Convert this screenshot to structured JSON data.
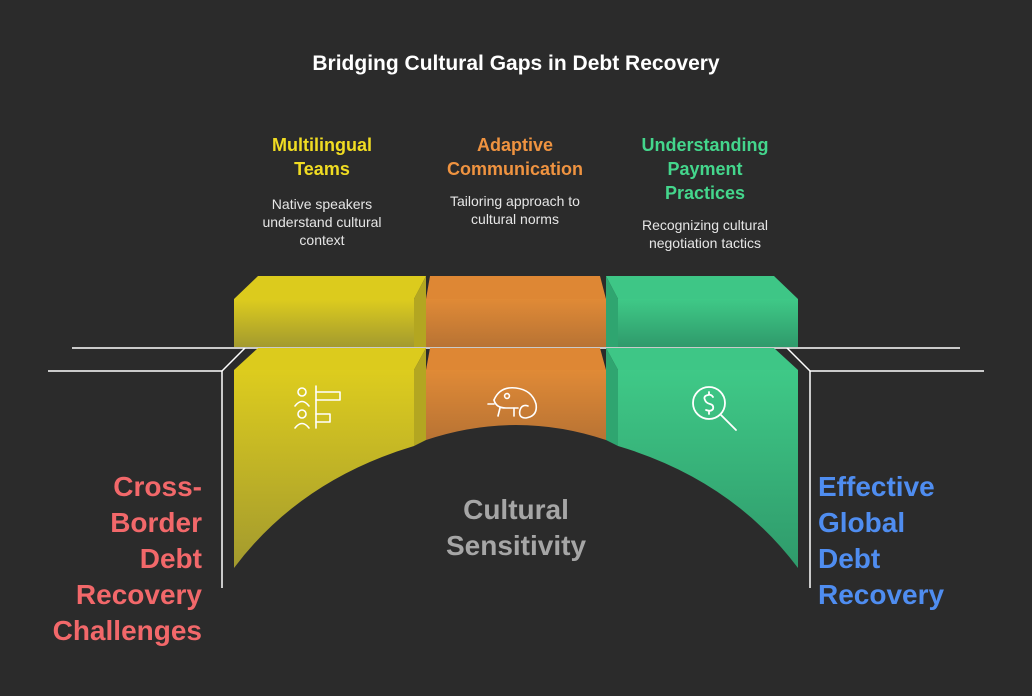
{
  "title": "Bridging Cultural Gaps in Debt Recovery",
  "left_label": [
    "Cross-",
    "Border",
    "Debt",
    "Recovery",
    "Challenges"
  ],
  "right_label": [
    "Effective",
    "Global",
    "Debt",
    "Recovery"
  ],
  "center_label": [
    "Cultural",
    "Sensitivity"
  ],
  "columns": [
    {
      "heading": [
        "Multilingual",
        "Teams"
      ],
      "description": [
        "Native speakers",
        "understand cultural",
        "context"
      ],
      "color": "#e3d21f",
      "icon": "people-with-flags-icon"
    },
    {
      "heading": [
        "Adaptive",
        "Communication"
      ],
      "description": [
        "Tailoring approach to",
        "cultural norms"
      ],
      "color": "#e8913a",
      "icon": "chameleon-icon"
    },
    {
      "heading": [
        "Understanding",
        "Payment",
        "Practices"
      ],
      "description": [
        "Recognizing cultural",
        "negotiation tactics"
      ],
      "color": "#3fd48a",
      "icon": "dollar-magnifier-icon"
    }
  ],
  "colors": {
    "background": "#2b2b2b",
    "left_label": "#f2686a",
    "right_label": "#4f8df0",
    "center_label": "#a6a6a6"
  }
}
